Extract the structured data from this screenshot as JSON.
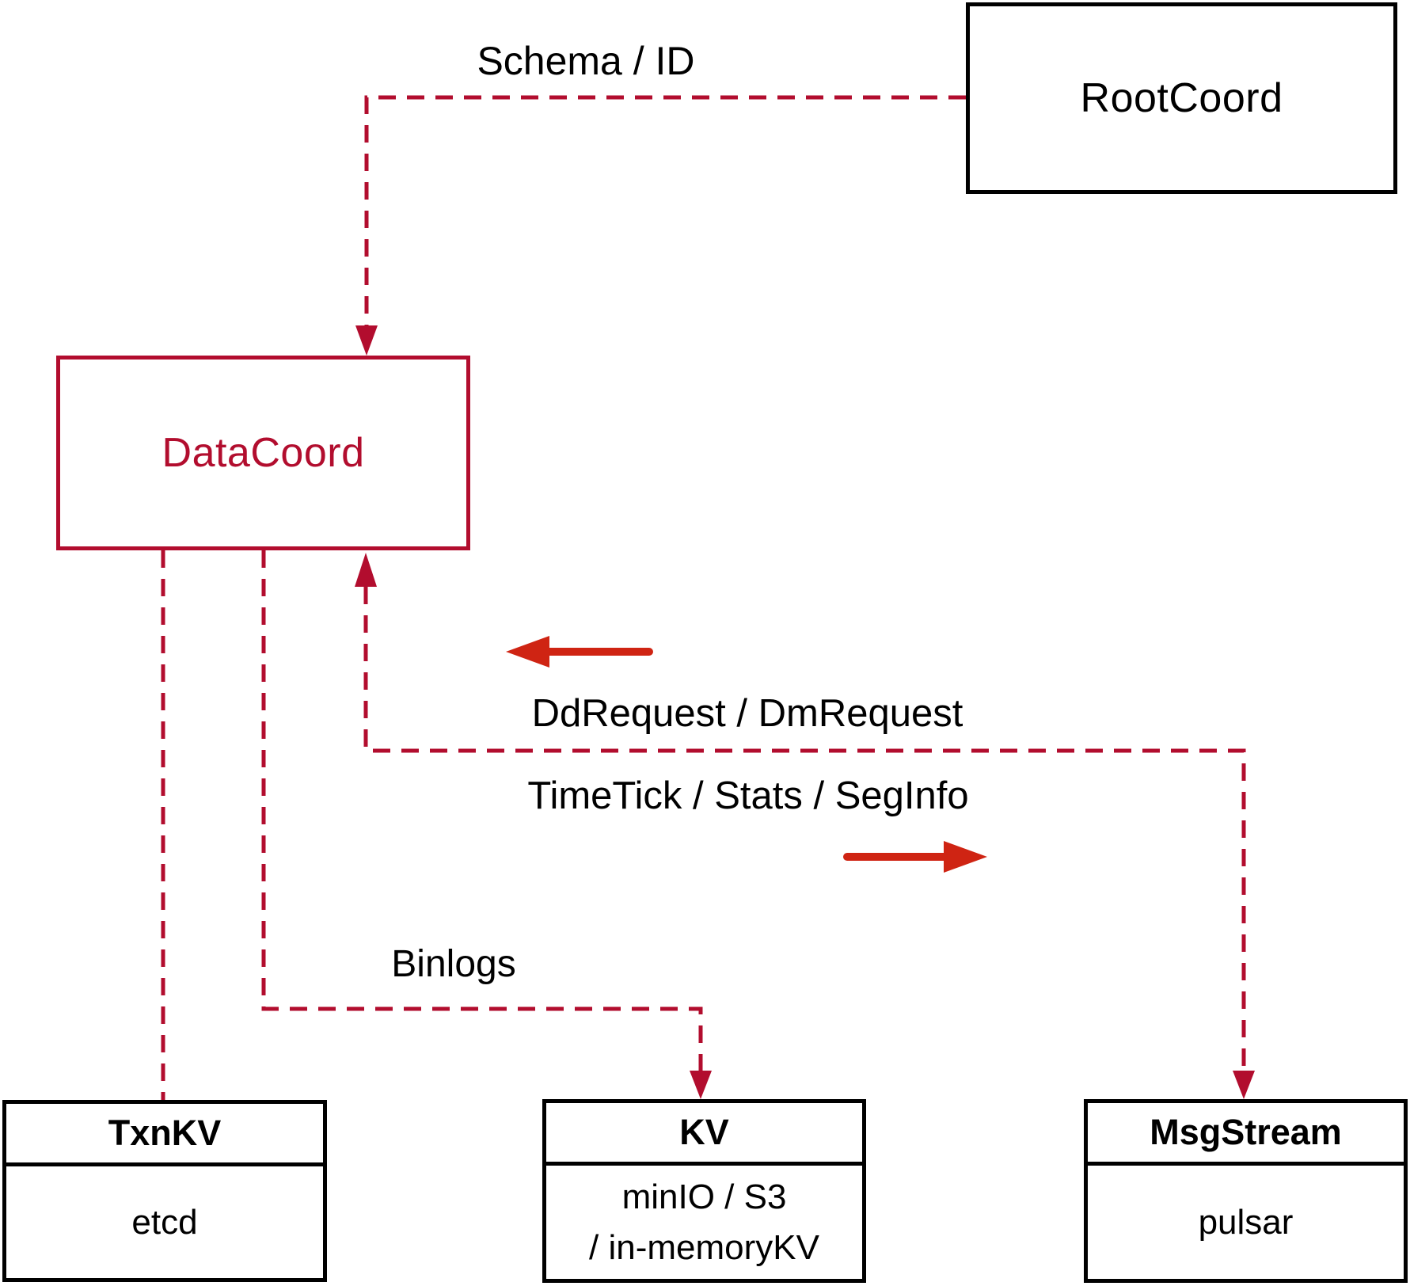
{
  "nodes": {
    "rootcoord": {
      "label": "RootCoord"
    },
    "datacoord": {
      "label": "DataCoord"
    },
    "txnkv": {
      "title": "TxnKV",
      "body": "etcd"
    },
    "kv": {
      "title": "KV",
      "body_line1": "minIO / S3",
      "body_line2": "/ in-memoryKV"
    },
    "msgstream": {
      "title": "MsgStream",
      "body": "pulsar"
    }
  },
  "edges": {
    "schema_id": {
      "label": "Schema / ID"
    },
    "request": {
      "label": "DdRequest / DmRequest"
    },
    "timetick": {
      "label": "TimeTick / Stats / SegInfo"
    },
    "binlogs": {
      "label": "Binlogs"
    }
  },
  "colors": {
    "background": "#ffffff",
    "box_border": "#000000",
    "text": "#000000",
    "dashed_line": "#b20d2e",
    "datacoord_accent": "#b20d2e",
    "solid_arrow": "#cf2413"
  }
}
